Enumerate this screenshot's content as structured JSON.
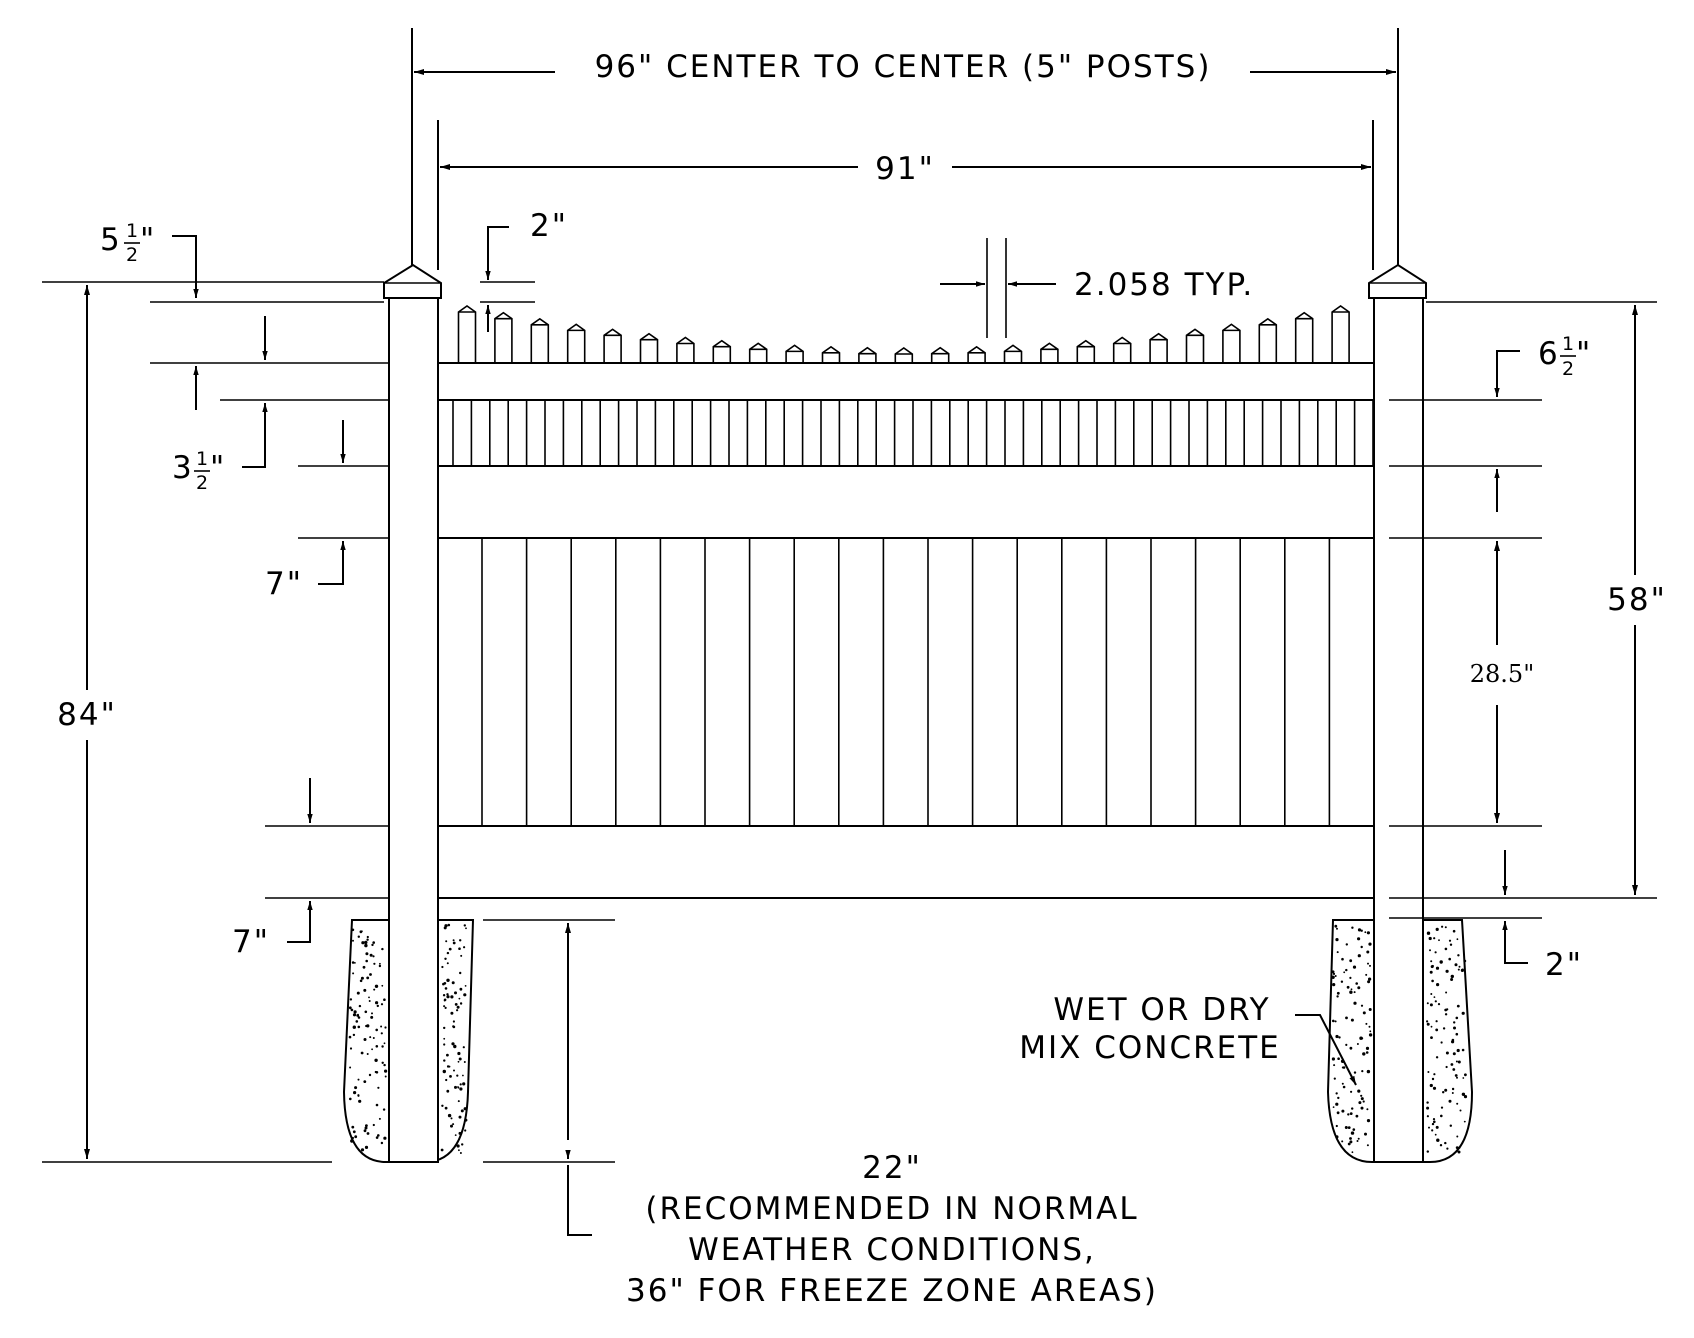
{
  "dimensions": {
    "center_to_center": "96\" CENTER TO CENTER (5\" POSTS)",
    "panel_width": "91\"",
    "picket_top": "2\"",
    "picket_spacing": "2.058 TYP.",
    "post_cap_whole": "5",
    "post_cap_num": "1",
    "post_cap_den": "2",
    "post_cap_unit": "\"",
    "top_rail_whole": "3",
    "top_rail_num": "1",
    "top_rail_den": "2",
    "top_rail_unit": "\"",
    "right_top_whole": "6",
    "right_top_num": "1",
    "right_top_den": "2",
    "right_top_unit": "\"",
    "mid_rail": "7\"",
    "bottom_rail": "7\"",
    "overall_height": "84\"",
    "panel_height": "58\"",
    "picket_height": "28.5\"",
    "ground_gap": "2\"",
    "concrete_note_1": "WET OR DRY",
    "concrete_note_2": "MIX CONCRETE",
    "depth": "22\"",
    "depth_note_1": "(RECOMMENDED IN NORMAL",
    "depth_note_2": "WEATHER CONDITIONS,",
    "depth_note_3": "36\" FOR FREEZE ZONE AREAS)"
  }
}
